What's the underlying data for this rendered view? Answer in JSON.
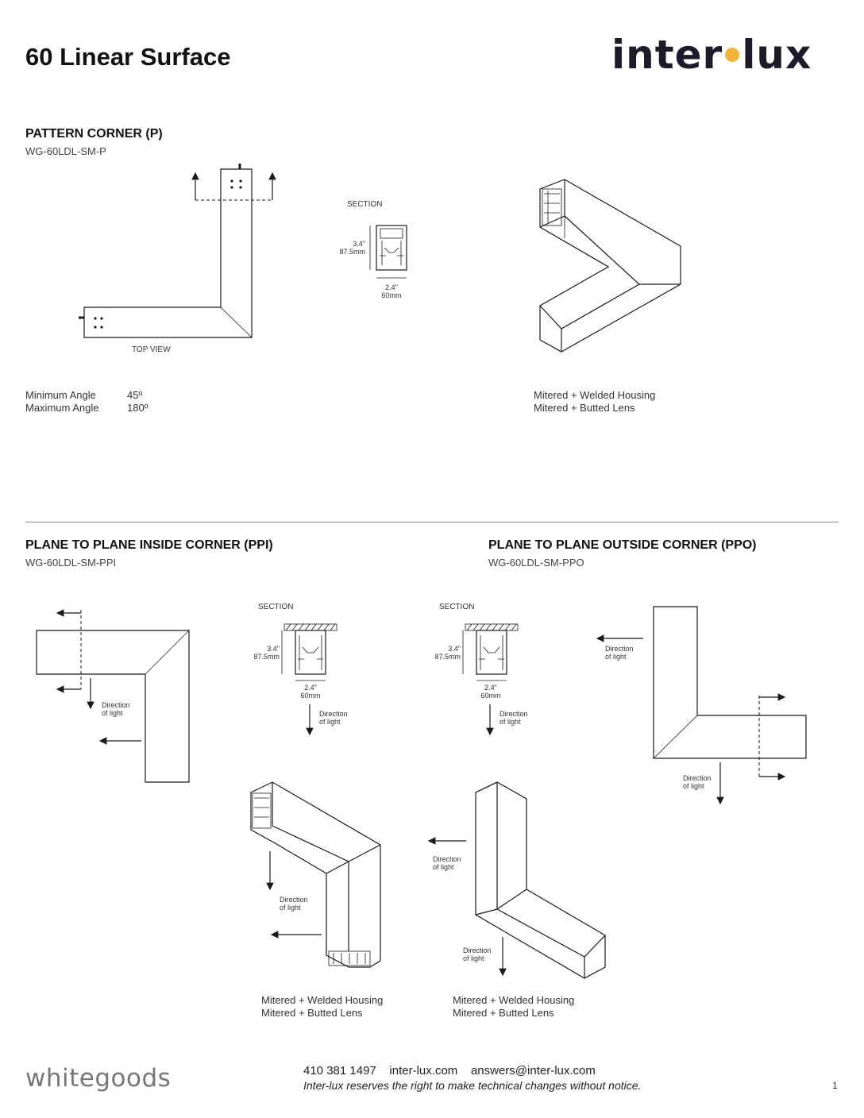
{
  "header": {
    "title": "60 Linear Surface",
    "logo_left": "inter",
    "logo_right": "lux"
  },
  "pattern_corner": {
    "heading": "PATTERN CORNER (P)",
    "code": "WG-60LDL-SM-P",
    "top_view_label": "TOP VIEW",
    "section_label": "SECTION",
    "dim_height_in": "3.4\"",
    "dim_height_mm": "87.5mm",
    "dim_width_in": "2.4\"",
    "dim_width_mm": "60mm",
    "specs": [
      {
        "label": "Minimum Angle",
        "value": "45º"
      },
      {
        "label": "Maximum Angle",
        "value": "180º"
      }
    ],
    "notes": [
      "Mitered + Welded Housing",
      "Mitered + Butted Lens"
    ]
  },
  "ppi": {
    "heading": "PLANE TO PLANE INSIDE CORNER (PPI)",
    "code": "WG-60LDL-SM-PPI",
    "section_label": "SECTION",
    "dim_height_in": "3.4\"",
    "dim_height_mm": "87.5mm",
    "dim_width_in": "2.4\"",
    "dim_width_mm": "60mm",
    "direction_line1": "Direction",
    "direction_line2": "of light",
    "notes": [
      "Mitered + Welded Housing",
      "Mitered + Butted Lens"
    ]
  },
  "ppo": {
    "heading": "PLANE TO PLANE OUTSIDE CORNER (PPO)",
    "code": "WG-60LDL-SM-PPO",
    "section_label": "SECTION",
    "dim_height_in": "3.4\"",
    "dim_height_mm": "87.5mm",
    "dim_width_in": "2.4\"",
    "dim_width_mm": "60mm",
    "direction_line1": "Direction",
    "direction_line2": "of light",
    "notes": [
      "Mitered + Welded Housing",
      "Mitered + Butted Lens"
    ]
  },
  "footer": {
    "brand": "whitegoods",
    "contact": "410 381 1497    inter-lux.com    answers@inter-lux.com",
    "disclaimer": "Inter-lux reserves the right to make technical changes without notice.",
    "page_number": "1"
  },
  "colors": {
    "logo_dot": "#f4b43a",
    "text": "#1a1a1a",
    "brand_gray": "#777777"
  }
}
